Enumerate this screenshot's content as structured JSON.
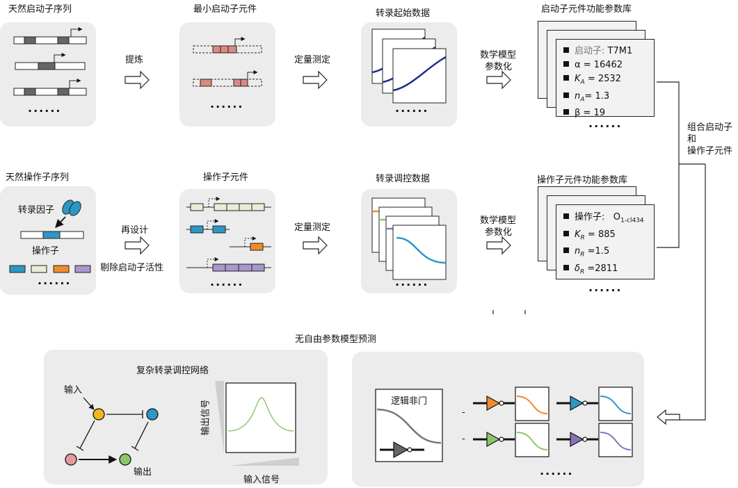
{
  "top_row": {
    "natural_promoter": {
      "title": "天然启动子序列",
      "more": "......"
    },
    "arrow1": "提炼",
    "minimal_promoter": {
      "title": "最小启动子元件",
      "more": "......"
    },
    "arrow2": "定量测定",
    "init_data": {
      "title": "转录起始数据",
      "more": "......"
    },
    "arrow3_line1": "数学模型",
    "arrow3_line2": "参数化",
    "library": {
      "title": "启动子元件功能参数库",
      "key": "启动子:",
      "name": "T7M1",
      "alpha": "α = 16462",
      "ka_sym": "K",
      "ka_sub": "A",
      "ka_val": " = 2532",
      "na_sym": "n",
      "na_sub": "A",
      "na_val": "= 1.3",
      "beta": "β = 19",
      "more": "......"
    }
  },
  "combine": {
    "line1": "组合启动子",
    "line2": "和",
    "line3": "操作子元件"
  },
  "mid_row": {
    "natural_operator": {
      "title": "天然操作子序列",
      "tf_label": "转录因子",
      "operator_label": "操作子",
      "more": "......"
    },
    "arrow1_line1": "再设计",
    "arrow1_line2": "剔除启动子活性",
    "operator_parts": {
      "title": "操作子元件",
      "more": "......"
    },
    "arrow2": "定量测定",
    "reg_data": {
      "title": "转录调控数据",
      "more": "......"
    },
    "arrow3_line1": "数学模型",
    "arrow3_line2": "参数化",
    "library": {
      "title": "操作子元件功能参数库",
      "key": "操作子:",
      "name": "O",
      "name_sub": "1-cl434",
      "kr_sym": "K",
      "kr_sub": "R",
      "kr_val": " = 885",
      "nr_sym": "n",
      "nr_sub": "R",
      "nr_val": " =1.5",
      "dr_sym": "δ",
      "dr_sub": "R",
      "dr_val": " =2811",
      "more": "......"
    }
  },
  "bottom": {
    "title": "无自由参数模型预测",
    "network": {
      "title": "复杂转录调控网络",
      "input": "输入",
      "output": "输出",
      "y_axis": "输出信号",
      "x_axis": "输入信号"
    },
    "gates": {
      "title": "逻辑非门",
      "dash1": "-",
      "dash2": "-",
      "more": "......"
    }
  },
  "colors": {
    "panel": "#ececec",
    "navy": "#1f2d8a",
    "salmon": "#d98a80",
    "teal": "#2e97c4",
    "orange": "#f08a2a",
    "green": "#8cc66a",
    "purple": "#8a72b8",
    "yellow": "#f2b51c",
    "pink": "#e39aa0"
  }
}
